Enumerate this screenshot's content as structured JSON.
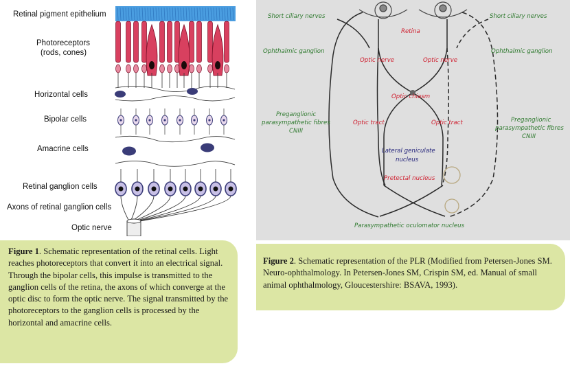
{
  "figure1": {
    "labels": {
      "rpe": "Retinal pigment epithelium",
      "photo1": "Photoreceptors",
      "photo2": "(rods, cones)",
      "horizontal": "Horizontal cells",
      "bipolar": "Bipolar cells",
      "amacrine": "Amacrine cells",
      "ganglion": "Retinal ganglion cells",
      "axons": "Axons of  retinal ganglion cells",
      "optic_nerve": "Optic nerve"
    },
    "caption": {
      "label": "Figure 1",
      "text": ". Schematic representation of the retinal cells. Light reaches photoreceptors that convert it into an electrical signal. Through the bipolar cells, this impulse is transmitted to the ganglion cells of the retina, the axons of which converge at the optic disc to form the optic nerve. The signal transmitted by the photoreceptors to the ganglion cells is processed by the horizontal and amacrine cells."
    }
  },
  "figure2": {
    "labels": {
      "short_ciliary_left": "Short ciliary nerves",
      "short_ciliary_right": "Short ciliary nerves",
      "retina": "Retina",
      "ophthalmic_left": "Ophthalmic ganglion",
      "ophthalmic_right": "Ophthalmic ganglion",
      "optic_nerve_left": "Optic nerve",
      "optic_nerve_right": "Optic nerve",
      "optic_chiasm": "Optic chiasm",
      "pregang_left_1": "Preganglionic",
      "pregang_left_2": "parasympathetic fibres",
      "pregang_left_3": "CNIII",
      "pregang_right_1": "Preganglionic",
      "pregang_right_2": "parasympathetic fibres",
      "pregang_right_3": "CNIII",
      "optic_tract_left": "Optic tract",
      "optic_tract_right": "Optic tract",
      "lgn_1": "Lateral geniculate",
      "lgn_2": "nucleus",
      "pretectal": "Pretectal nucleus",
      "oculomotor": "Parasympathetic oculomator nucleus"
    },
    "caption": {
      "label": "Figure 2",
      "text": ". Schematic representation of the PLR (Modified from Petersen-Jones SM. Neuro-ophthalmology. In Petersen-Jones SM, Crispin SM, ed. Manual of small animal ophthalmology, Gloucestershire: BSAVA, 1993)."
    }
  },
  "colors": {
    "caption_bg": "#dce6a4",
    "rpe_blue": "#4a9de0",
    "photoreceptor_red": "#d8405f",
    "cell_purple": "#3a3c78",
    "panel_gray": "#dfdfdf",
    "label_green": "#2f7a2f",
    "label_red": "#cf2030",
    "label_blue": "#23237a"
  }
}
